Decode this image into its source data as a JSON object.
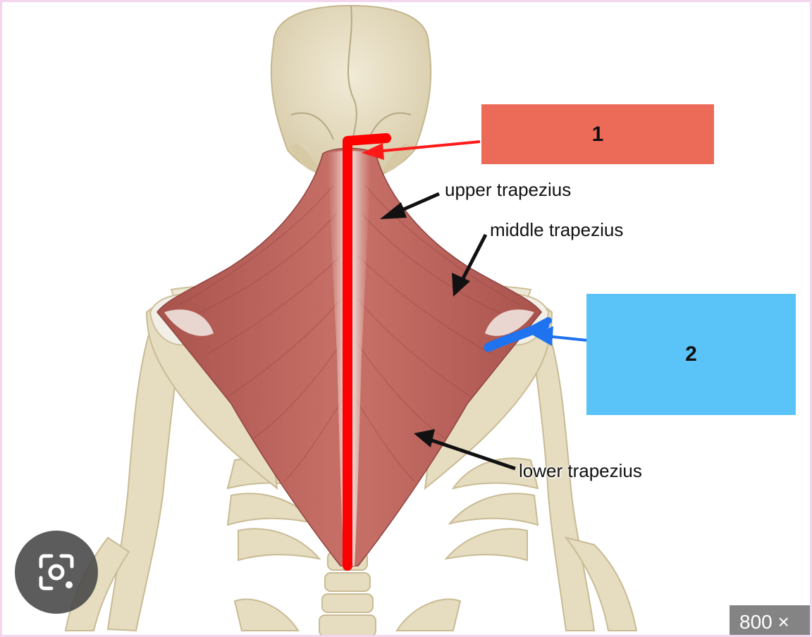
{
  "labels": {
    "upper": "upper trapezius",
    "middle": "middle trapezius",
    "lower": "lower trapezius"
  },
  "boxes": {
    "box1": {
      "text": "1",
      "color": "#ec6a58"
    },
    "box2": {
      "text": "2",
      "color": "#5ac3f7"
    }
  },
  "badge": {
    "text": "800 ×"
  },
  "colors": {
    "bone": "#e8dfc6",
    "muscle": "#b85c55",
    "tendon": "#f3eee8",
    "red_line": "#ff0000",
    "blue_mark": "#1f72f0",
    "frame": "#f3d6ee"
  },
  "icons": {
    "lens": "visual-search-icon"
  }
}
